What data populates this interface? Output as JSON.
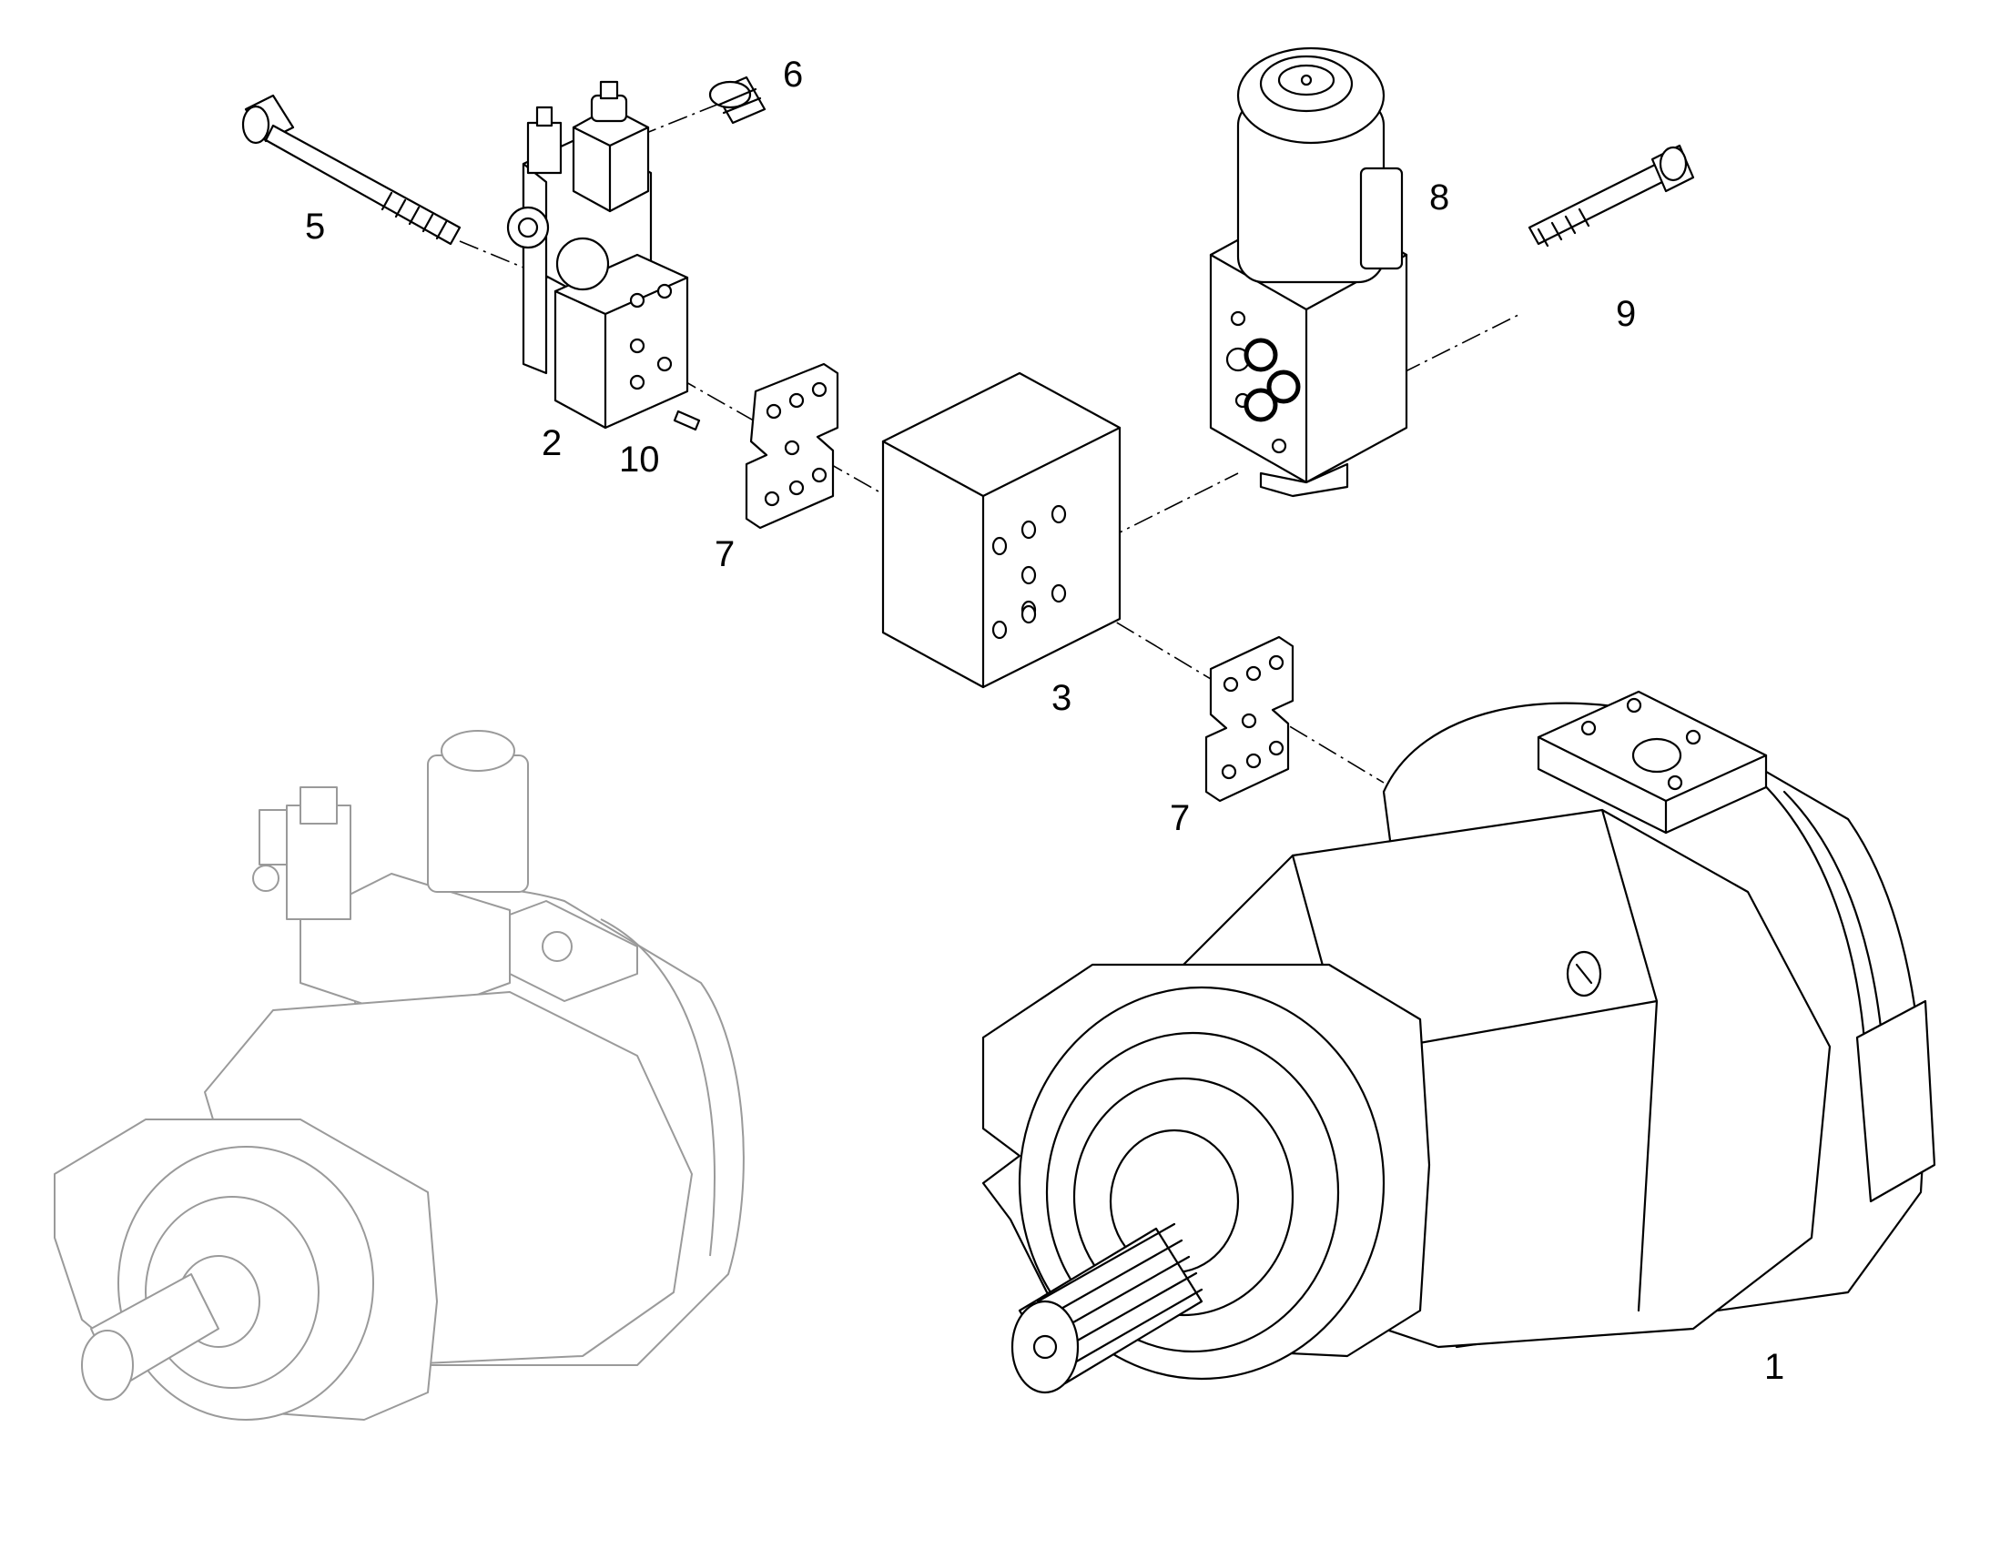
{
  "callouts": {
    "c1": "1",
    "c2": "2",
    "c3": "3",
    "c5": "5",
    "c6": "6",
    "c7a": "7",
    "c7b": "7",
    "c8": "8",
    "c9": "9",
    "c10": "10"
  },
  "colors": {
    "line": "#000000",
    "ghost_assembly": "#9a9a9a",
    "background": "#ffffff"
  }
}
